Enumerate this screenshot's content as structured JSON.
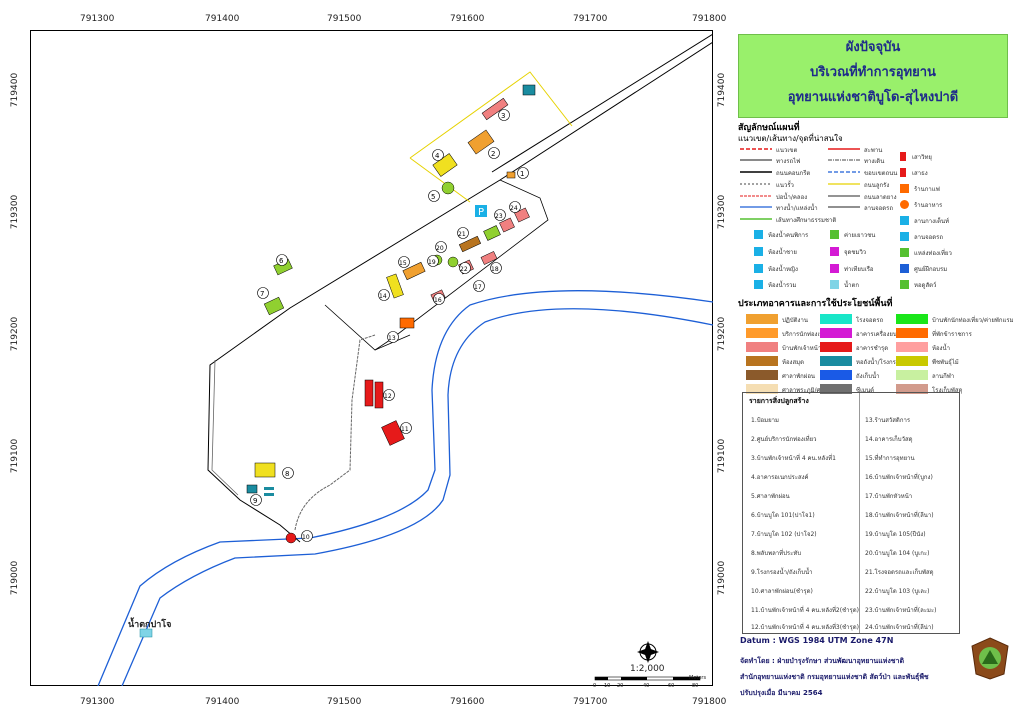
{
  "map": {
    "x_ticks": [
      "791300",
      "791400",
      "791500",
      "791600",
      "791700",
      "791800"
    ],
    "y_ticks": [
      "719400",
      "719300",
      "719200",
      "719100",
      "719000"
    ],
    "waterfall_label": "น้ำตกปาโจ",
    "scale_label": "1:2,000",
    "scale_unit": "Meters",
    "scale_ticks": [
      "0",
      "10",
      "20",
      "40",
      "60",
      "80"
    ],
    "buildings": [
      {
        "n": "1"
      },
      {
        "n": "2"
      },
      {
        "n": "3"
      },
      {
        "n": "4"
      },
      {
        "n": "5"
      },
      {
        "n": "6"
      },
      {
        "n": "7"
      },
      {
        "n": "8"
      },
      {
        "n": "9"
      },
      {
        "n": "10"
      },
      {
        "n": "11"
      },
      {
        "n": "12"
      },
      {
        "n": "13"
      },
      {
        "n": "14"
      },
      {
        "n": "15"
      },
      {
        "n": "16"
      },
      {
        "n": "17"
      },
      {
        "n": "18"
      },
      {
        "n": "19"
      },
      {
        "n": "20"
      },
      {
        "n": "21"
      },
      {
        "n": "22"
      },
      {
        "n": "23"
      },
      {
        "n": "24"
      }
    ],
    "colors": {
      "river": "#1d5fd6",
      "road": "#000000",
      "boundary": "#e6d200",
      "trail": "#777777"
    }
  },
  "panel": {
    "title_1": "ผังปัจจุบัน",
    "title_2": "บริเวณที่ทำการอุทยาน",
    "title_3": "อุทยานแห่งชาติบูโด-สุไหงปาดี",
    "legend_heading": "สัญลักษณ์แผนที่",
    "legend_sub": "แนวเขต/เส้นทาง/จุดที่น่าสนใจ",
    "line_legend": [
      "แนวเขต",
      "ทางรถไฟ",
      "ถนนคอนกรีต",
      "แนวรั้ว",
      "บ่อน้ำ/คลอง",
      "ทางน้ำ/แหล่งน้ำ",
      "เส้นทางศึกษาธรรมชาติ",
      "สะพาน",
      "ทางเดิน",
      "ขอบเขตถนน",
      "ถนนลูกรัง",
      "ถนนลาดยาง",
      "ลานจอดรถ"
    ],
    "icon_legend": [
      "ห้องน้ำคนพิการ",
      "ห้องน้ำชาย",
      "ห้องน้ำหญิง",
      "ห้องน้ำรวม",
      "ค่ายเยาวชน",
      "จุดชมวิว",
      "ท่าเทียบเรือ",
      "น้ำตก",
      "เสาวิทยุ",
      "เสาธง",
      "ร้านกาแฟ",
      "ร้านอาหาร",
      "ลานกางเต็นท์",
      "ลานจอดรถ",
      "แหล่งท่องเที่ยว",
      "ศูนย์ฝึกอบรม",
      "หอดูสัตว์"
    ],
    "landuse_heading": "ประเภทอาคารและการใช้ประโยชน์พื้นที่",
    "landuse": [
      {
        "label": "ปฏิบัติงาน",
        "color": "#f0a030"
      },
      {
        "label": "บริการนักท่องเที่ยว",
        "color": "#ff9a2a"
      },
      {
        "label": "บ้านพักเจ้าหน้าที่",
        "color": "#f08080"
      },
      {
        "label": "ห้องสมุด",
        "color": "#b8741f"
      },
      {
        "label": "ศาลาพักผ่อน",
        "color": "#8b5a2b"
      },
      {
        "label": "ศาลาพระภูมิ/ศาลเจ้าที่",
        "color": "#f5deb3"
      },
      {
        "label": "โรงจอดรถ",
        "color": "#18e6c8"
      },
      {
        "label": "อาคารเครื่องยนต์",
        "color": "#d41ad4"
      },
      {
        "label": "อาคารชำรุด",
        "color": "#e61a1a"
      },
      {
        "label": "หอถังน้ำ/โรงกรองน้ำ",
        "color": "#1a8ca0"
      },
      {
        "label": "ถังเก็บน้ำ",
        "color": "#1a5ae6"
      },
      {
        "label": "ซีเมนต์",
        "color": "#707070"
      },
      {
        "label": "บ้านพักนักท่องเที่ยว/ค่ายพักแรม",
        "color": "#1ae61a"
      },
      {
        "label": "ที่พักข้าราชการ",
        "color": "#ff6a00"
      },
      {
        "label": "ห้องน้ำ",
        "color": "#ff9f9f"
      },
      {
        "label": "พืชพันธุ์ไม้",
        "color": "#c9c900"
      },
      {
        "label": "ลานกีฬา",
        "color": "#c8f0a0"
      },
      {
        "label": "โรงเก็บพัสดุ",
        "color": "#d29b8c"
      }
    ],
    "list_heading": "รายการสิ่งปลูกสร้าง",
    "list_left": [
      "1.ป้อมยาม",
      "2.ศูนย์บริการนักท่องเที่ยว",
      "3.บ้านพักเจ้าหน้าที่ 4 คน.หลังที่1",
      "4.อาคารอเนกประสงค์",
      "5.ศาลาพักผ่อน",
      "6.บ้านบูโด 101(ปาโจ1)",
      "7.บ้านบูโด 102 (ปาโจ2)",
      "8.พลับพลาที่ประทับ",
      "9.โรงกรองน้ำ/ถังเก็บน้ำ",
      "10.ศาลาพักผ่อน(ชำรุด)",
      "11.บ้านพักเจ้าหน้าที่ 4 คน.หลังที่2(ชำรุด)",
      "12.บ้านพักเจ้าหน้าที่ 4 คน.หลังที่3(ชำรุด)"
    ],
    "list_right": [
      "13.ร้านสวัสดิการ",
      "14.อาคารเก็บวัสดุ",
      "15.ที่ทำการอุทยาน",
      "16.บ้านพักเจ้าหน้าที่(บูกง)",
      "17.บ้านพักหัวหน้า",
      "18.บ้านพักเจ้าหน้าที่(ลีนา)",
      "19.บ้านบูโด 105(ปีนัง)",
      "20.บ้านบูโด 104 (บูเกะ)",
      "21.โรงจอดรถและเก็บพัสดุ",
      "22.บ้านบูโด 103 (บูเละ)",
      "23.บ้านพักเจ้าหน้าที่(ละมะ)",
      "24.บ้านพักเจ้าหน้าที่(ลีน่า)"
    ],
    "datum": "Datum  : WGS 1984 UTM Zone 47N",
    "made_by": "จัดทำโดย  : ฝ่ายบำรุงรักษา ส่วนพัฒนาอุทยานแห่งชาติ",
    "office": "สำนักอุทยานแห่งชาติ  กรมอุทยานแห่งชาติ สัตว์ป่า และพันธุ์พืช",
    "updated": "ปรับปรุงเมื่อ มีนาคม 2564"
  }
}
